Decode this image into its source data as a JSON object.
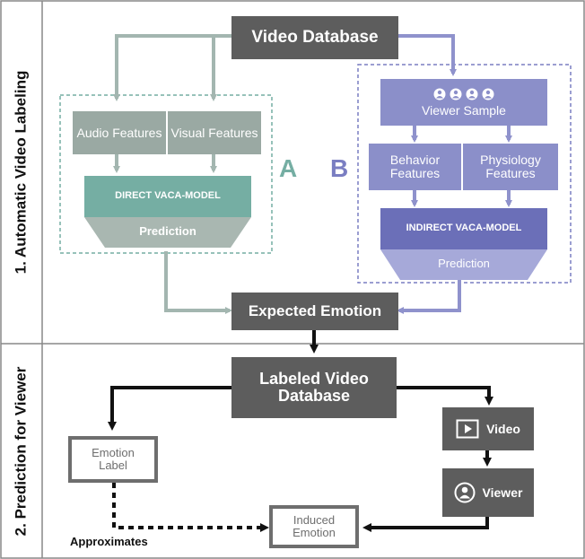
{
  "sections": {
    "top_label": "1. Automatic Video Labeling",
    "bottom_label": "2. Prediction for Viewer"
  },
  "colors": {
    "dark_box": "#5d5d5d",
    "gray_feature": "#9aa9a3",
    "teal_model": "#75aea3",
    "purple_feature": "#8b8fc9",
    "purple_model": "#6b6fb8",
    "arrow_gray": "#a3b6b0",
    "arrow_purple": "#8f92cc",
    "letter_a": "#75aea3",
    "letter_b": "#7a7ec2"
  },
  "top": {
    "video_database": "Video Database",
    "branch_a": {
      "letter": "A",
      "audio_features": "Audio Features",
      "visual_features": "Visual Features",
      "model": "DIRECT VACA-MODEL",
      "prediction": "Prediction"
    },
    "branch_b": {
      "letter": "B",
      "viewer_sample": "Viewer Sample",
      "behavior_features": "Behavior Features",
      "physiology_features": "Physiology Features",
      "model": "INDIRECT VACA-MODEL",
      "prediction": "Prediction"
    },
    "expected_emotion": "Expected Emotion"
  },
  "bottom": {
    "labeled_database": "Labeled Video Database",
    "video": "Video",
    "viewer": "Viewer",
    "emotion_label": "Emotion Label",
    "induced_emotion": "Induced Emotion",
    "approximates": "Approximates"
  }
}
